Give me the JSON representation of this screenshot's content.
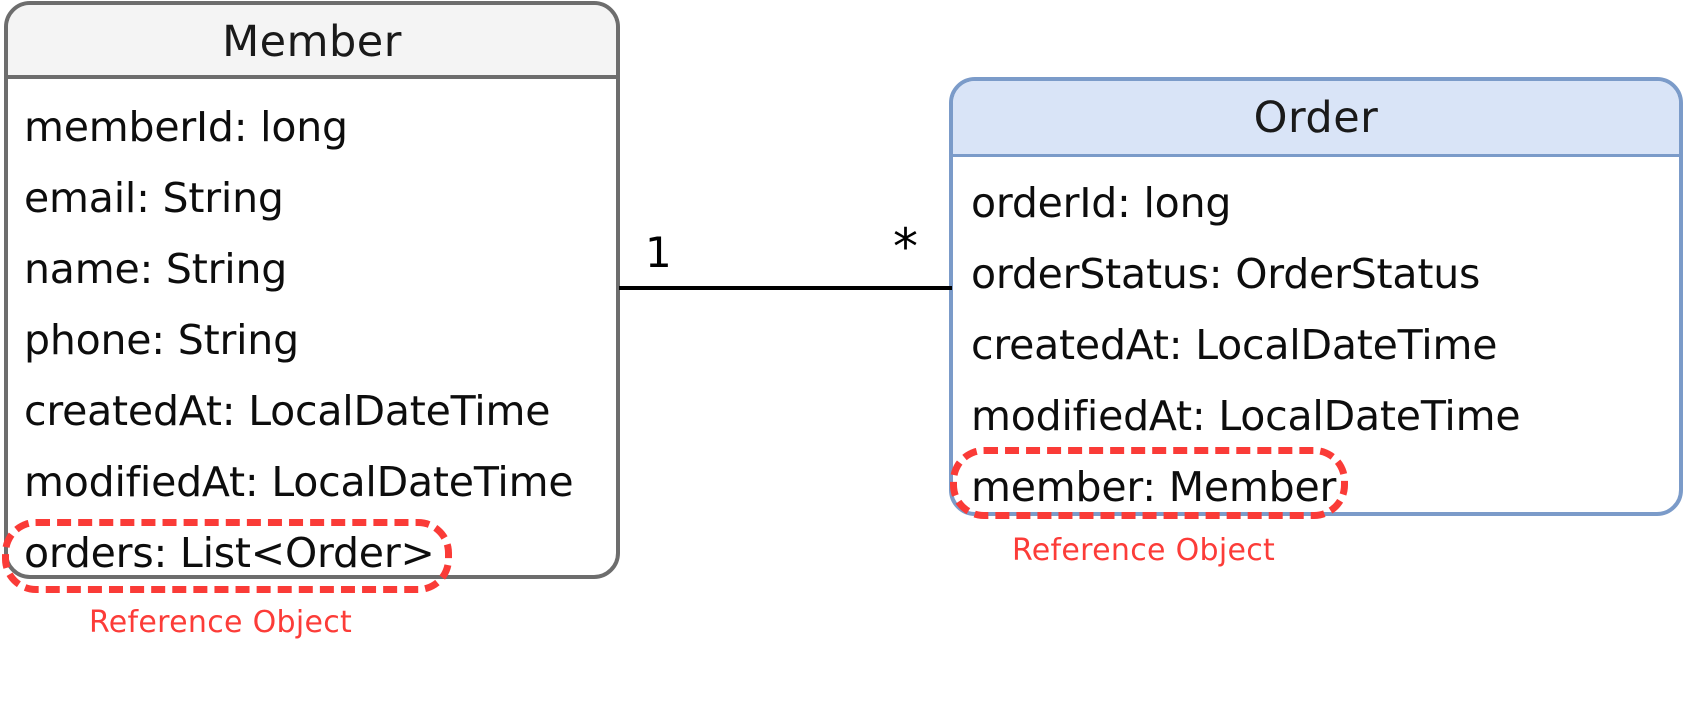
{
  "diagram": {
    "type": "uml-class-diagram",
    "background": "#ffffff",
    "classes": [
      {
        "id": "member",
        "name": "Member",
        "header_fill": "#f4f4f4",
        "border_color": "#6d6d6d",
        "attributes": [
          "memberId: long",
          "email: String",
          "name: String",
          "phone: String",
          "createdAt: LocalDateTime",
          "modifiedAt: LocalDateTime",
          "orders: List<Order>"
        ]
      },
      {
        "id": "order",
        "name": "Order",
        "header_fill": "#d9e4f7",
        "border_color": "#7b9bc9",
        "attributes": [
          "orderId: long",
          "orderStatus: OrderStatus",
          "createdAt: LocalDateTime",
          "modifiedAt: LocalDateTime",
          "member: Member"
        ]
      }
    ],
    "association": {
      "from": "Member",
      "to": "Order",
      "source_multiplicity": "1",
      "target_multiplicity": "*",
      "line_color": "#000000"
    },
    "annotations": {
      "color": "#fc3c38",
      "items": [
        {
          "target": "orders: List<Order>",
          "label": "Reference Object"
        },
        {
          "target": "member: Member",
          "label": "Reference Object"
        }
      ]
    }
  }
}
